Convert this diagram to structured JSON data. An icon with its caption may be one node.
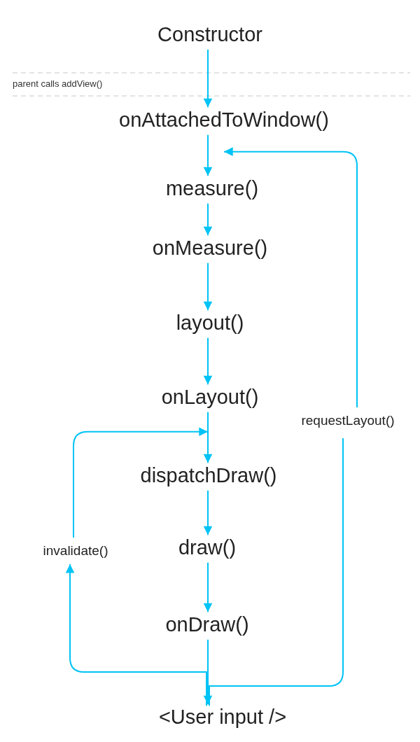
{
  "diagram": {
    "nodes": [
      {
        "text": [
          "Constructor"
        ]
      },
      {
        "text": [
          "onAttachedToWindow()"
        ]
      },
      {
        "text": [
          "measure()"
        ]
      },
      {
        "text": [
          "onMeasure()"
        ]
      },
      {
        "text": [
          "layout()"
        ]
      },
      {
        "text": [
          "onLayout()"
        ]
      },
      {
        "text": [
          "dispatchDraw()"
        ]
      },
      {
        "text": [
          "draw()"
        ]
      },
      {
        "text": [
          "onDraw()"
        ]
      },
      {
        "text": [
          "<User input />"
        ]
      },
      {
        "text": [
          "invalidate()"
        ]
      },
      {
        "text": [
          "requestLayout()"
        ]
      }
    ],
    "edges": [
      {
        "from": 0,
        "to": 1,
        "arrow": "to"
      },
      {
        "from": 1,
        "to": 2,
        "arrow": "to"
      },
      {
        "from": 2,
        "to": 3,
        "arrow": "to"
      },
      {
        "from": 3,
        "to": 4,
        "arrow": "to"
      },
      {
        "from": 4,
        "to": 5,
        "arrow": "to"
      },
      {
        "from": 5,
        "to": 6,
        "arrow": "to"
      },
      {
        "from": 6,
        "to": 7,
        "arrow": "to"
      },
      {
        "from": 7,
        "to": 8,
        "arrow": "to"
      },
      {
        "from": 8,
        "to": 9,
        "arrow": "to"
      },
      {
        "from": 9,
        "to": 10,
        "arrow": "to"
      },
      {
        "from": 10,
        "to": 5,
        "arrow": "to"
      },
      {
        "from": 9,
        "to": 11,
        "arrow": "none"
      },
      {
        "from": 11,
        "to": 1,
        "arrow": "to"
      }
    ],
    "labels": [
      "parent calls addView()"
    ]
  }
}
